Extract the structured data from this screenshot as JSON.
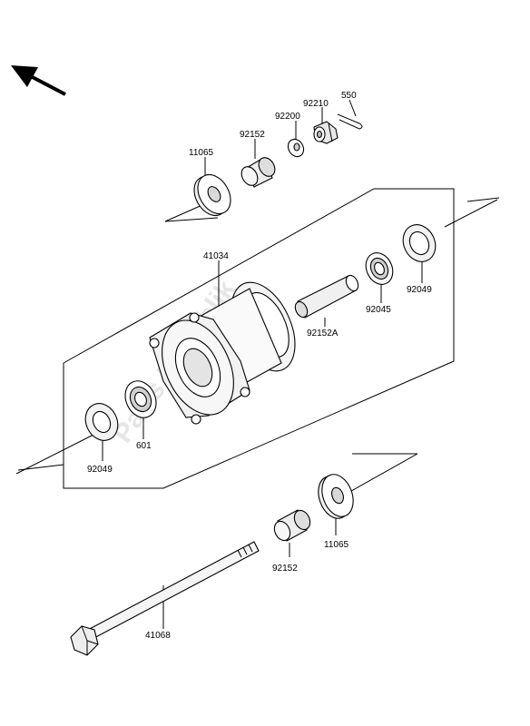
{
  "watermark": "Parts Republik",
  "parts": {
    "washer_top": "11065",
    "collar_top": "92152",
    "washer_small": "92200",
    "nut": "92210",
    "cotter_pin": "550",
    "hub": "41034",
    "seal_right": "92049",
    "bearing_right": "92045",
    "spacer": "92152A",
    "bearing_left": "601",
    "seal_left": "92049",
    "washer_bottom": "11065",
    "collar_bottom": "92152",
    "axle": "41068"
  },
  "icons": {
    "direction_arrow": "arrow-up-left-icon"
  }
}
